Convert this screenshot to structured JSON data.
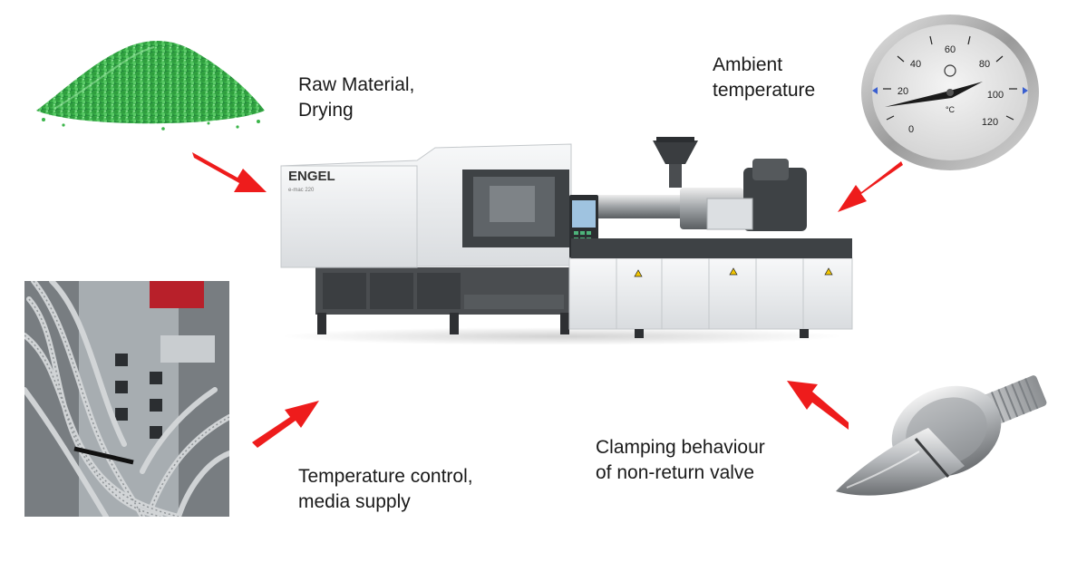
{
  "brand": "ENGEL",
  "brand_model": "e-mac 220",
  "callouts": {
    "raw_material": "Raw Material,\nDrying",
    "ambient_temperature": "Ambient\ntemperature",
    "temperature_control": "Temperature control,\nmedia supply",
    "clamping_behaviour": "Clamping behaviour\nof non-return valve"
  },
  "thermometer": {
    "scale_labels": [
      "0",
      "20",
      "40",
      "60",
      "80",
      "100",
      "120"
    ],
    "unit": "°C"
  },
  "colors": {
    "arrow": "#ee1c1c",
    "granules": "#3bb54a",
    "machine_body": "#e9ebed",
    "machine_dark": "#4a4d50"
  }
}
